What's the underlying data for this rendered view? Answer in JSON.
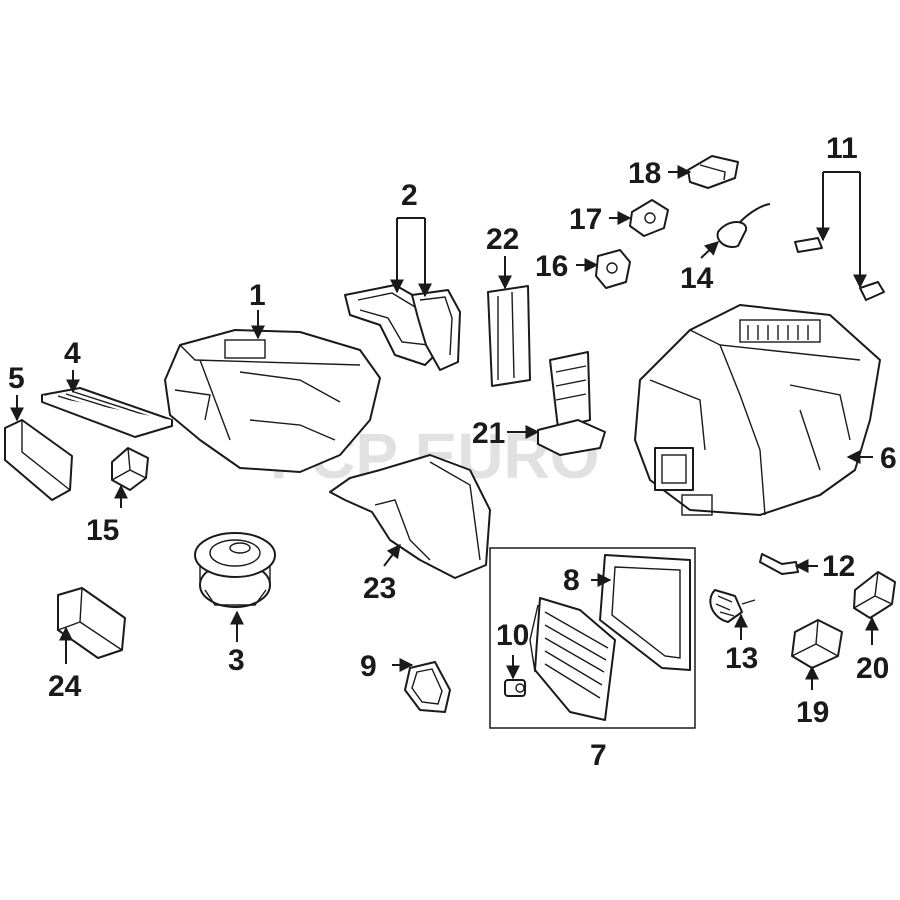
{
  "watermark": "FCP EURO",
  "callouts": {
    "c1": "1",
    "c2": "2",
    "c3": "3",
    "c4": "4",
    "c5": "5",
    "c6": "6",
    "c7": "7",
    "c8": "8",
    "c9": "9",
    "c10": "10",
    "c11": "11",
    "c12": "12",
    "c13": "13",
    "c14": "14",
    "c15": "15",
    "c16": "16",
    "c17": "17",
    "c18": "18",
    "c19": "19",
    "c20": "20",
    "c21": "21",
    "c22": "22",
    "c23": "23",
    "c24": "24"
  }
}
